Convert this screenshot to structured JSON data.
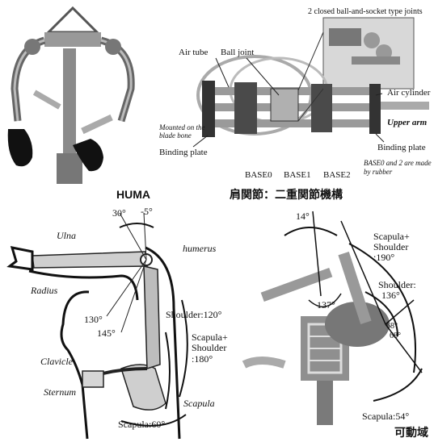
{
  "top_right": {
    "joint_caption": "2 closed ball-and-socket type joints",
    "air_tube": "Air tube",
    "ball_joint": "Ball joint",
    "air_cylinder": "Air cylinder",
    "upper_arm": "Upper arm",
    "mounted": "Mounted on the",
    "mounted2": "blade bone",
    "binding_plate_left": "Binding plate",
    "binding_plate_right": "Binding plate",
    "base0": "BASE0",
    "base1": "BASE1",
    "base2": "BASE2",
    "rubber_note1": "BASE0 and 2 are made",
    "rubber_note2": "by rubber"
  },
  "captions": {
    "huma": "HUMA",
    "shoulder_mech": "肩関節：二重関節機構",
    "range": "可動域"
  },
  "bottom_left": {
    "angle_30": "30°",
    "angle_minus5": "-5°",
    "ulna": "Ulna",
    "humerus": "humerus",
    "radius": "Radius",
    "angle_130": "130°",
    "angle_145": "145°",
    "shoulder_120": "Shoulder:120°",
    "scapula_shoulder": "Scapula+",
    "scapula_shoulder2": "Shoulder",
    "scapula_shoulder3": ":180°",
    "clavicle": "Clavicle",
    "sternum": "Sternum",
    "scapula": "Scapula",
    "scapula_60": "Scapula:60°"
  },
  "bottom_right": {
    "angle_14": "14°",
    "scap_sh1": "Scapula+",
    "scap_sh2": "Shoulder",
    "scap_sh3": ":190°",
    "shoulder1": "Shoulder:",
    "shoulder2": "136°",
    "angle_137": "137°",
    "angle_68a": "68°",
    "angle_68b": "68°",
    "scapula_54": "Scapula:54°"
  }
}
